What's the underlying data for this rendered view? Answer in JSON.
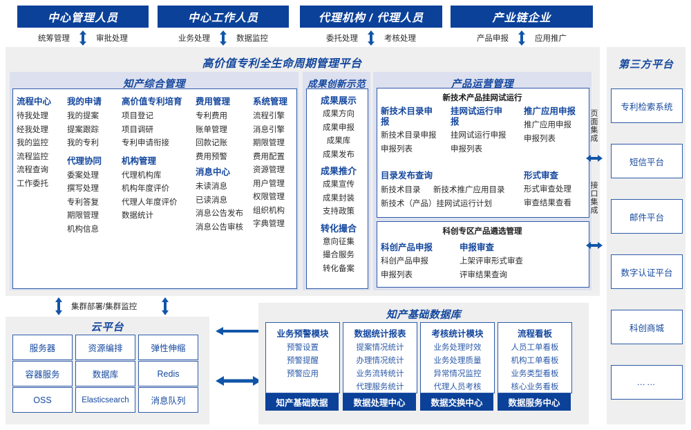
{
  "roles": [
    {
      "title": "中心管理人员",
      "left": "统筹管理",
      "right": "审批处理"
    },
    {
      "title": "中心工作人员",
      "left": "业务处理",
      "right": "数据监控"
    },
    {
      "title": "代理机构 / 代理人员",
      "left": "委托处理",
      "right": "考核处理"
    },
    {
      "title": "产业链企业",
      "left": "产品申报",
      "right": "应用推广"
    }
  ],
  "platform": {
    "title": "高价值专利全生命周期管理平台"
  },
  "ip_mgmt": {
    "title": "知产综合管理",
    "columns": [
      {
        "groups": [
          {
            "head": "流程中心",
            "items": [
              "待我处理",
              "经我处理",
              "我的监控",
              "流程监控",
              "流程查询",
              "工作委托"
            ]
          }
        ]
      },
      {
        "groups": [
          {
            "head": "我的申请",
            "items": [
              "我的提案",
              "提案跟踪",
              "我的专利"
            ]
          },
          {
            "head": "代理协同",
            "items": [
              "委案处理",
              "撰写处理",
              "专利答复",
              "期限管理",
              "机构信息"
            ]
          }
        ]
      },
      {
        "groups": [
          {
            "head": "高价值专利培育",
            "items": [
              "项目登记",
              "项目调研",
              "专利申请衔接"
            ]
          },
          {
            "head": "机构管理",
            "items": [
              "代理机构库",
              "机构年度评价",
              "代理人年度评价",
              "数据统计"
            ]
          }
        ]
      },
      {
        "groups": [
          {
            "head": "费用管理",
            "items": [
              "专利费用",
              "账单管理",
              "回款记账",
              "费用预警"
            ]
          },
          {
            "head": "消息中心",
            "items": [
              "未读消息",
              "已读消息",
              "消息公告发布",
              "消息公告审核"
            ]
          }
        ]
      },
      {
        "groups": [
          {
            "head": "系统管理",
            "items": [
              "流程引擎",
              "消息引擎",
              "期限管理",
              "费用配置",
              "资源管理",
              "用户管理",
              "权限管理",
              "组织机构",
              "字典管理"
            ]
          }
        ]
      }
    ]
  },
  "innovation": {
    "title": "成果创新示范",
    "groups": [
      {
        "head": "成果展示",
        "items": [
          "成果方向",
          "成果申报",
          "成果库",
          "成果发布"
        ]
      },
      {
        "head": "成果推介",
        "items": [
          "成果宣传",
          "成果封装",
          "支持政策"
        ]
      },
      {
        "head": "转化撮合",
        "items": [
          "意向征集",
          "撮合服务",
          "转化备案"
        ]
      }
    ]
  },
  "product_ops": {
    "title": "产品运营管理",
    "box1": {
      "head": "新技术产品挂网试运行",
      "row1": [
        {
          "head": "新技术目录申报",
          "items": [
            "新技术目录申报",
            "申报列表"
          ]
        },
        {
          "head": "挂网试运行申报",
          "items": [
            "挂网试运行申报",
            "申报列表"
          ]
        },
        {
          "head": "推广应用申报",
          "items": [
            "推广应用申报",
            "申报列表"
          ]
        }
      ],
      "row2": [
        {
          "head": "目录发布查询",
          "items": [
            "新技术目录",
            "新技术推广应用目录",
            "新技术（产品）挂网试运行计划"
          ]
        },
        {
          "head": "形式审查",
          "items": [
            "形式审查处理",
            "审查结果查看"
          ]
        }
      ]
    },
    "box2": {
      "head": "科创专区产品遴选管理",
      "cols": [
        {
          "head": "科创产品申报",
          "items": [
            "科创产品申报",
            "申报列表"
          ]
        },
        {
          "head": "申报审查",
          "items": [
            "上架评审形式审查",
            "评审结果查询"
          ]
        }
      ]
    }
  },
  "integration": {
    "page": "页面集成",
    "api": "接口集成"
  },
  "third_party": {
    "title": "第三方平台",
    "items": [
      "专利检索系统",
      "短信平台",
      "邮件平台",
      "数字认证平台",
      "科创商城",
      "……"
    ]
  },
  "cloud": {
    "cluster_label": "集群部署/集群监控",
    "title": "云平台",
    "cells": [
      "服务器",
      "资源编排",
      "弹性伸缩",
      "容器服务",
      "数据库",
      "Redis",
      "OSS",
      "Elasticsearch",
      "消息队列"
    ]
  },
  "database": {
    "title": "知产基础数据库",
    "columns": [
      {
        "head": "业务预警模块",
        "items": [
          "预警设置",
          "预警提醒",
          "预警应用"
        ],
        "foot": "知产基础数据"
      },
      {
        "head": "数据统计报表",
        "items": [
          "提案情况统计",
          "办理情况统计",
          "业务流转统计",
          "代理服务统计"
        ],
        "foot": "数据处理中心"
      },
      {
        "head": "考核统计模块",
        "items": [
          "业务处理时效",
          "业务处理质量",
          "异常情况监控",
          "代理人员考核"
        ],
        "foot": "数据交换中心"
      },
      {
        "head": "流程看板",
        "items": [
          "人员工单看板",
          "机构工单看板",
          "业务类型看板",
          "核心业务看板"
        ],
        "foot": "数据服务中心"
      }
    ]
  },
  "colors": {
    "navy": "#0b4199",
    "blue_text": "#14479e",
    "panel": "#dde0ee",
    "gray": "#efefef",
    "border": "#2c5aa8"
  }
}
